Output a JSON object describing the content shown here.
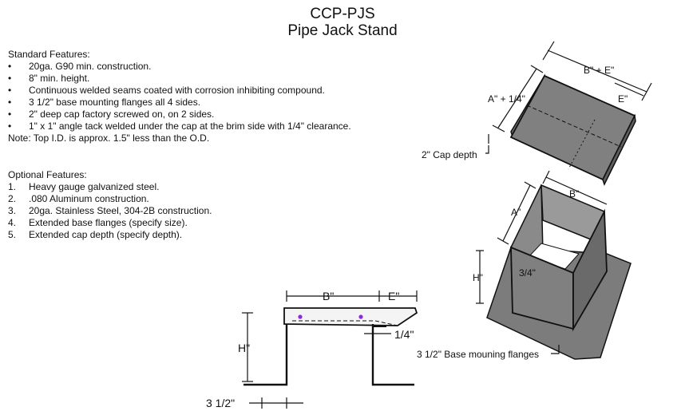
{
  "title": {
    "code": "CCP-PJS",
    "name": "Pipe Jack Stand"
  },
  "standard": {
    "heading": "Standard Features:",
    "bullet": "•",
    "items": [
      "20ga. G90 min. construction.",
      "8\" min. height.",
      "Continuous welded seams coated with corrosion inhibiting compound.",
      "3 1/2\" base mounting flanges all 4 sides.",
      "2\" deep cap factory screwed on, on 2 sides.",
      "1\" x 1\" angle tack welded under the cap at the brim side with 1/4\" clearance."
    ],
    "note": "Note: Top I.D. is approx. 1.5\" less than the O.D."
  },
  "optional": {
    "heading": "Optional Features:",
    "items": [
      {
        "num": "1.",
        "text": "Heavy gauge galvanized steel."
      },
      {
        "num": "2.",
        "text": ".080 Aluminum construction."
      },
      {
        "num": "3.",
        "text": "20ga. Stainless Steel, 304-2B construction."
      },
      {
        "num": "4.",
        "text": "Extended base flanges (specify size)."
      },
      {
        "num": "5.",
        "text": "Extended cap depth (specify depth)."
      }
    ]
  },
  "cap_drawing": {
    "label_be": "B\" + E\"",
    "label_a14": "A\" + 1/4\"",
    "label_e": "E\"",
    "label_cap_depth": "2\" Cap depth"
  },
  "stand_drawing": {
    "label_b": "B\"",
    "label_a": "A\"",
    "label_h": "H\"",
    "label_34": "3/4\"",
    "label_base": "3 1/2\" Base mouning flanges"
  },
  "section_drawing": {
    "label_b": "B\"",
    "label_e": "E\"",
    "label_14": "1/4\"",
    "label_h": "H\"",
    "label_312": "3 1/2\""
  },
  "colors": {
    "metal": "#808080",
    "metal_dark": "#606060",
    "line": "#111111",
    "screw": "#8a2be2"
  }
}
